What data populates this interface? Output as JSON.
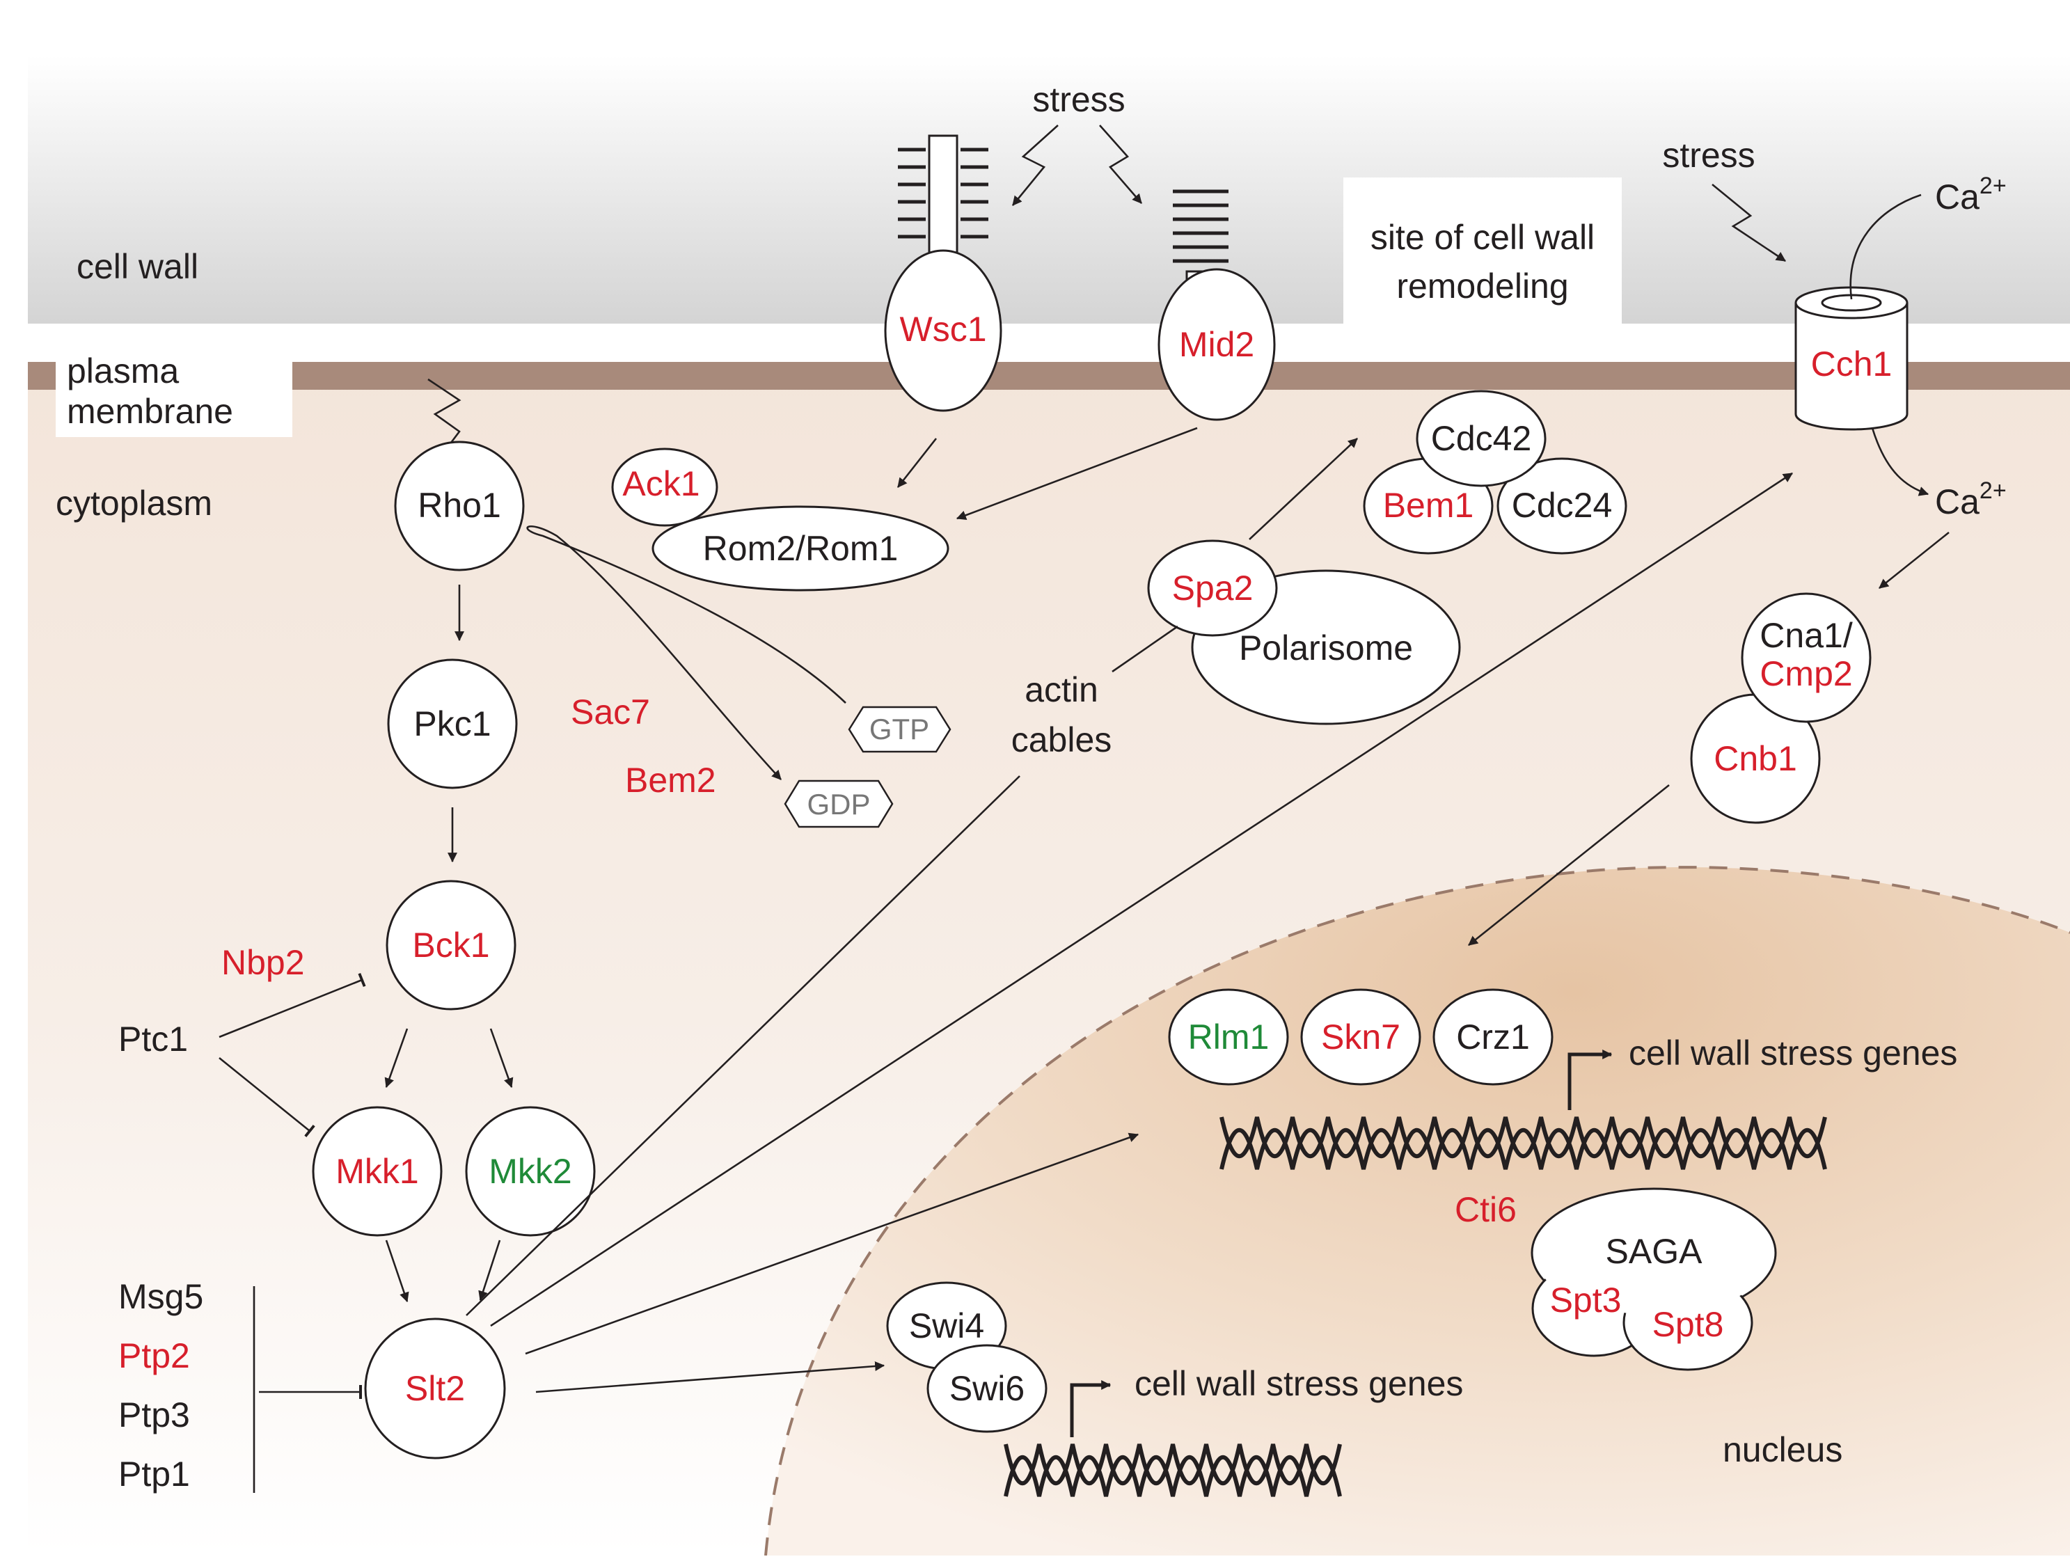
{
  "colors": {
    "red_protein": "#d71f2b",
    "green_protein": "#1f8a38",
    "black_protein": "#231f20",
    "membrane": "#a88a7b",
    "cell_wall_gray": "#d6d6d6",
    "cytoplasm_tint": "#f3e6dc",
    "nucleus_tint": "#eccfb4"
  },
  "compartments": {
    "cell_wall": "cell wall",
    "plasma_membrane_line1": "plasma",
    "plasma_membrane_line2": "membrane",
    "cytoplasm": "cytoplasm",
    "nucleus": "nucleus",
    "remodeling_line1": "site of cell wall",
    "remodeling_line2": "remodeling"
  },
  "signals": {
    "stress_left": "stress",
    "stress_right": "stress",
    "ca_top": "Ca",
    "ca_bottom": "Ca",
    "ca_superscript": "2+"
  },
  "sensors": {
    "wsc1": "Wsc1",
    "mid2": "Mid2",
    "cch1": "Cch1"
  },
  "proteins": {
    "rho1": "Rho1",
    "pkc1": "Pkc1",
    "bck1": "Bck1",
    "mkk1": "Mkk1",
    "mkk2": "Mkk2",
    "slt2": "Slt2",
    "ack1": "Ack1",
    "rom2_rom1": "Rom2/Rom1",
    "cdc42": "Cdc42",
    "bem1": "Bem1",
    "cdc24": "Cdc24",
    "spa2": "Spa2",
    "polarisome": "Polarisome",
    "cna1_line1": "Cna1/",
    "cna1_line2": "Cmp2",
    "cnb1": "Cnb1",
    "rlm1": "Rlm1",
    "skn7": "Skn7",
    "crz1": "Crz1",
    "swi4": "Swi4",
    "swi6": "Swi6",
    "saga": "SAGA",
    "spt3": "Spt3",
    "spt8": "Spt8",
    "cti6": "Cti6"
  },
  "regulators": {
    "sac7": "Sac7",
    "bem2": "Bem2",
    "gtp": "GTP",
    "gdp": "GDP",
    "nbp2": "Nbp2",
    "ptc1": "Ptc1",
    "msg5": "Msg5",
    "ptp2": "Ptp2",
    "ptp3": "Ptp3",
    "ptp1": "Ptp1"
  },
  "actin_line1": "actin",
  "actin_line2": "cables",
  "genes": {
    "stress_genes_upper": "cell wall stress genes",
    "stress_genes_lower": "cell wall stress genes"
  }
}
